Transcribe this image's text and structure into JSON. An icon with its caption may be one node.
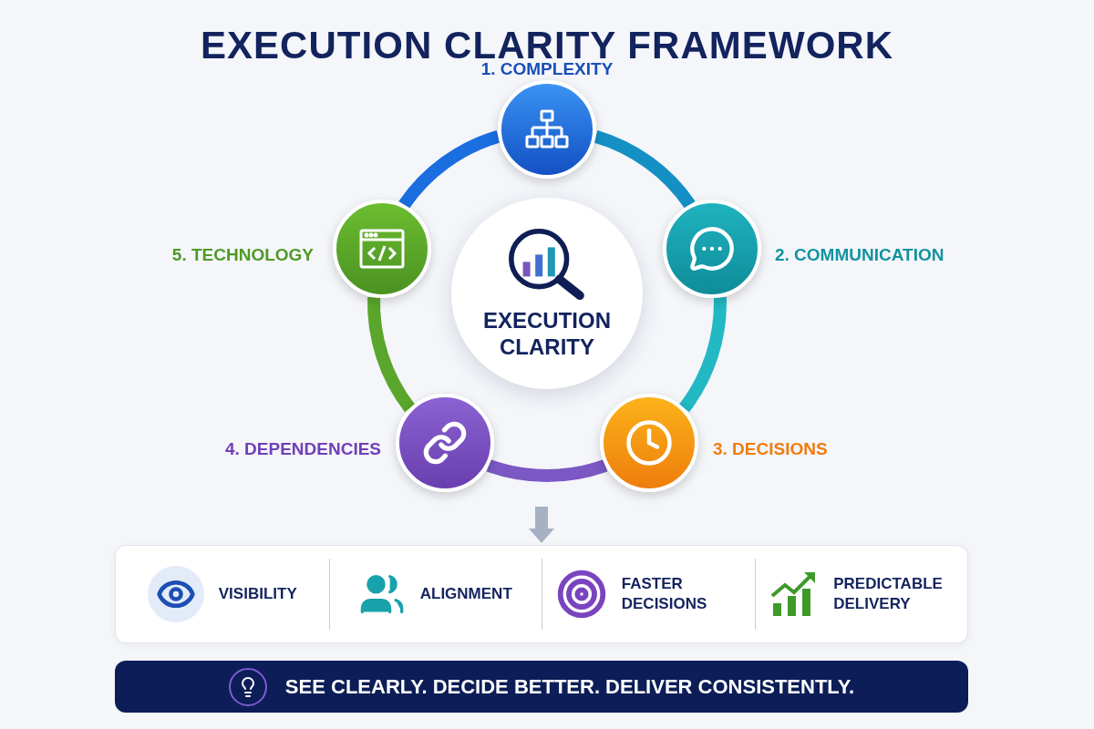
{
  "diagram": {
    "title": "EXECUTION CLARITY FRAMEWORK",
    "nodes": [
      {
        "text": [],
        "shape": "circle",
        "beside": [
          "1. COMPLEXITY"
        ]
      },
      {
        "text": [],
        "shape": "circle",
        "beside": [
          "2. COMMUNICATION"
        ]
      },
      {
        "text": [],
        "shape": "circle",
        "beside": [
          "3. DECISIONS"
        ]
      },
      {
        "text": [],
        "shape": "circle",
        "beside": [
          "4. DEPENDENCIES"
        ]
      },
      {
        "text": [],
        "shape": "circle",
        "beside": [
          "5. TECHNOLOGY"
        ]
      },
      {
        "text": [
          "EXECUTION CLARITY"
        ]
      },
      {
        "text": [],
        "shape": "box"
      },
      {
        "text": [
          "VISIBILITY"
        ],
        "in": 6
      },
      {
        "text": [
          "ALIGNMENT"
        ],
        "in": 6
      },
      {
        "text": [
          "FASTER DECISIONS"
        ],
        "in": 6
      },
      {
        "text": [
          "PREDICTABLE DELIVERY"
        ],
        "in": 6
      },
      {
        "text": [
          "SEE CLEARLY. DECIDE BETTER. DELIVER CONSISTENTLY."
        ]
      }
    ],
    "edges": [
      {
        "from": 0,
        "to": 1,
        "arrow": "none",
        "color": "#1590c4"
      },
      {
        "from": 1,
        "to": 2,
        "arrow": "none",
        "color": "#22b8c4"
      },
      {
        "from": 2,
        "to": 3,
        "arrow": "none",
        "color": "#7b58c4"
      },
      {
        "from": 3,
        "to": 4,
        "arrow": "none",
        "color": "#5aa62c"
      },
      {
        "from": 4,
        "to": 0,
        "arrow": "none",
        "color": "#1a6ee0"
      },
      {
        "from": null,
        "to": 6,
        "arrow": "to",
        "color": "#a7b1c4"
      }
    ]
  }
}
